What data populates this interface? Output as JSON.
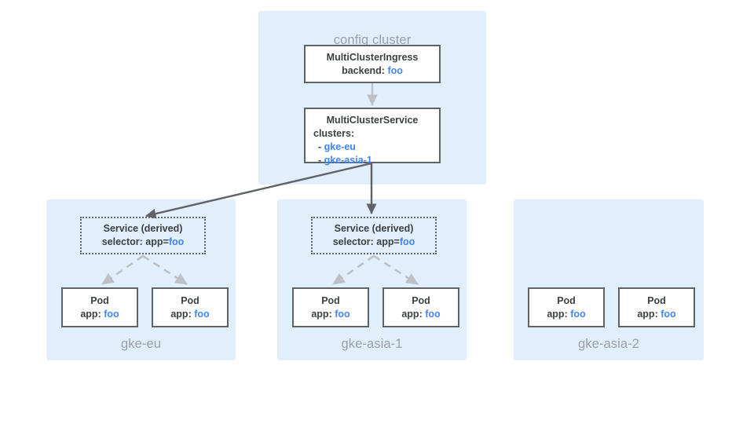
{
  "diagram": {
    "title_hidden": "",
    "colors": {
      "panel_bg": "#e1effd",
      "panel_title": "#9aa0a6",
      "box_border": "#5f6368",
      "text": "#3c4043",
      "accent_blue": "#4285f4",
      "arrow_solid": "#5f6368",
      "arrow_dashed": "#bdc1c6"
    }
  },
  "config_cluster": {
    "title": "config cluster",
    "ingress": {
      "name": "MultiClusterIngress",
      "field_label": "backend:",
      "field_value": "foo"
    },
    "service": {
      "name": "MultiClusterService",
      "field_label": "clusters:",
      "items": [
        {
          "bullet": "-",
          "value": "gke-eu"
        },
        {
          "bullet": "-",
          "value": "gke-asia-1"
        }
      ]
    }
  },
  "clusters": [
    {
      "id": "gke-eu",
      "title": "gke-eu",
      "derived_service": {
        "name": "Service (derived)",
        "field_label": "selector: app=",
        "field_value": "foo"
      },
      "pods": [
        {
          "name": "Pod",
          "field_label": "app:",
          "field_value": "foo"
        },
        {
          "name": "Pod",
          "field_label": "app:",
          "field_value": "foo"
        }
      ]
    },
    {
      "id": "gke-asia-1",
      "title": "gke-asia-1",
      "derived_service": {
        "name": "Service (derived)",
        "field_label": "selector: app=",
        "field_value": "foo"
      },
      "pods": [
        {
          "name": "Pod",
          "field_label": "app:",
          "field_value": "foo"
        },
        {
          "name": "Pod",
          "field_label": "app:",
          "field_value": "foo"
        }
      ]
    },
    {
      "id": "gke-asia-2",
      "title": "gke-asia-2",
      "derived_service": null,
      "pods": [
        {
          "name": "Pod",
          "field_label": "app:",
          "field_value": "foo"
        },
        {
          "name": "Pod",
          "field_label": "app:",
          "field_value": "foo"
        }
      ]
    }
  ]
}
